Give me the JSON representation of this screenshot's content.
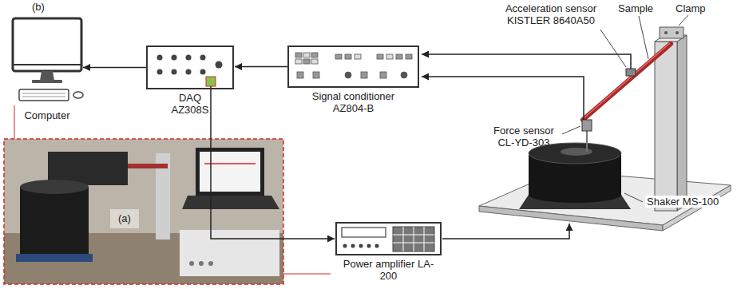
{
  "diagram": {
    "nodes": [
      {
        "text": [
          "Computer"
        ]
      },
      {
        "text": [
          "DAQ AZ308S"
        ]
      },
      {
        "text": [
          "Signal conditioner AZ804-B"
        ]
      },
      {
        "text": [
          "Power amplifier LA-200"
        ]
      }
    ],
    "edges": [
      {
        "from": 2,
        "to": 1,
        "arrow": "to"
      },
      {
        "from": 1,
        "to": 0,
        "arrow": "to"
      },
      {
        "from": 1,
        "to": 3,
        "arrow": "to"
      }
    ],
    "labels": [
      "(b)",
      "Acceleration sensor KISTLER 8640A50",
      "Sample",
      "Clamp",
      "Force sensor CL-YD-303",
      "Shaker MS-100",
      "(a)"
    ]
  }
}
